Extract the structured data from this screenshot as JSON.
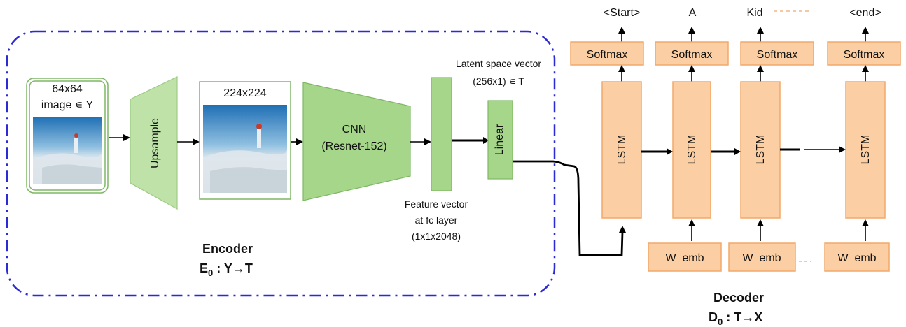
{
  "encoder": {
    "input_label_line1": "64x64",
    "input_label_line2": "image ∊ Y",
    "upsample_label": "Upsample",
    "upsampled_label": "224x224",
    "cnn_label_line1": "CNN",
    "cnn_label_line2": "(Resnet-152)",
    "feature_label_line1": "Feature vector",
    "feature_label_line2": "at fc layer",
    "feature_label_line3": "(1x1x2048)",
    "latent_label_line1": "Latent space vector",
    "latent_label_line2": "(256x1) ∊ T",
    "linear_label": "Linear",
    "title": "Encoder",
    "formula_E": "E",
    "formula_sub": "0",
    "formula_rest": " : Y→T"
  },
  "decoder": {
    "outputs": [
      "<Start>",
      "A",
      "Kid",
      "<end>"
    ],
    "softmax_label": "Softmax",
    "lstm_label": "LSTM",
    "wemb_label": "W_emb",
    "title": "Decoder",
    "formula_D": "D",
    "formula_sub": "0",
    "formula_rest": " : T→X"
  },
  "colors": {
    "encoder_border": "#2b2bd6",
    "decoder_fill": "#fbcfa3",
    "green": "#a6d68a"
  }
}
